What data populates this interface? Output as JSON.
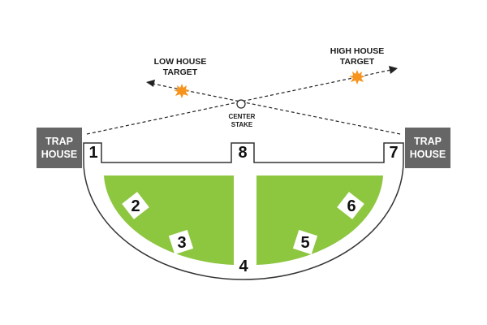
{
  "labels": {
    "low_house_target": [
      "LOW HOUSE",
      "TARGET"
    ],
    "high_house_target": [
      "HIGH HOUSE",
      "TARGET"
    ],
    "center_stake": [
      "CENTER",
      "STAKE"
    ],
    "trap_house_left": [
      "TRAP",
      "HOUSE"
    ],
    "trap_house_right": [
      "TRAP",
      "HOUSE"
    ]
  },
  "stations": [
    "1",
    "2",
    "3",
    "4",
    "5",
    "6",
    "7",
    "8"
  ],
  "colors": {
    "grass": "#8dc63f",
    "house": "#666666",
    "target": "#f7941d",
    "outline": "#333333"
  },
  "icons": {
    "target": "starburst-icon",
    "center_stake": "circle-icon",
    "flight_path": "dashed-arrow"
  }
}
